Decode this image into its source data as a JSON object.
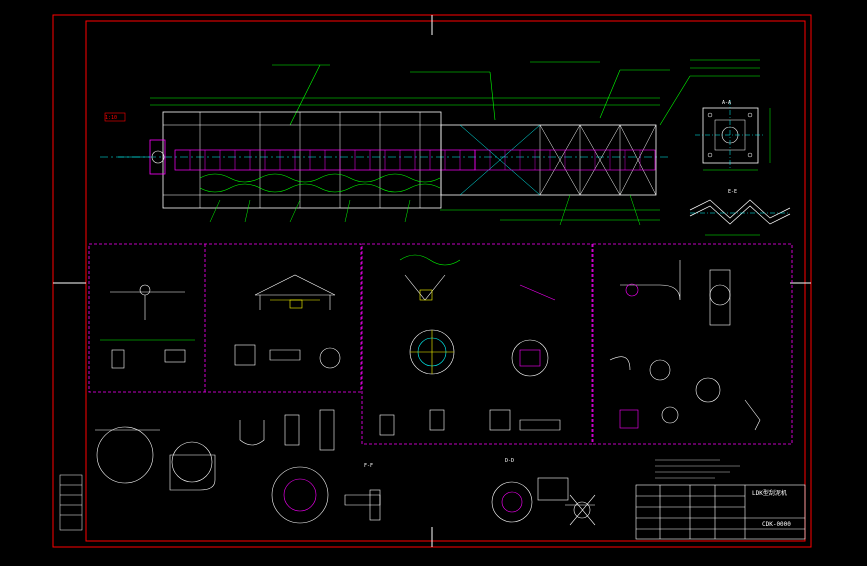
{
  "drawing": {
    "title_block": {
      "name": "LDK型刮泥机",
      "number": "CDK-0000"
    },
    "colors": {
      "background": "#000000",
      "border": "#ff0000",
      "outline": "#ffffff",
      "dimension": "#00ff00",
      "detail_frame": "#ff00ff",
      "centerline": "#00ffff",
      "hatch": "#ffff00"
    },
    "sheets": {
      "upper_left_ref": "1:10",
      "view_aa": "A-A",
      "view_ee": "E-E",
      "view_ff": "F-F",
      "view_dd": "D-D"
    }
  }
}
